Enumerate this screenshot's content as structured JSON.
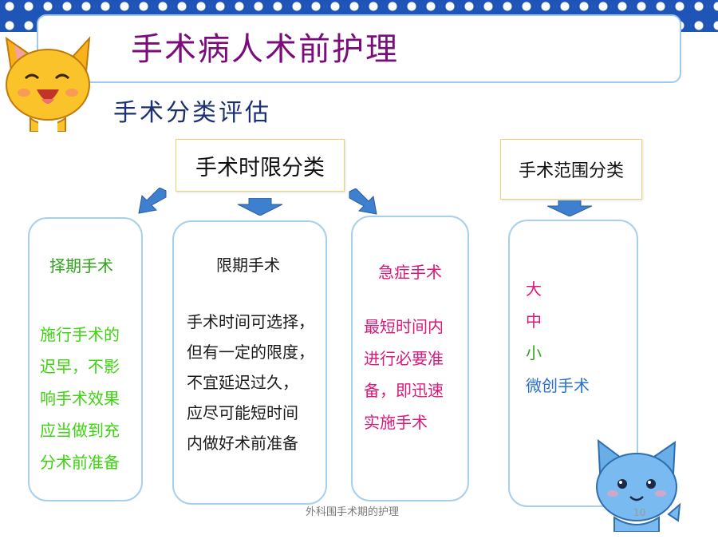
{
  "title": "手术病人术前护理",
  "subtitle": "手术分类评估",
  "categories": {
    "time": {
      "heading": "手术时限分类"
    },
    "range": {
      "heading": "手术范围分类"
    }
  },
  "cards": [
    {
      "title": "择期手术",
      "body": "施行手术的\n迟早，不影\n响手术效果\n应当做到充\n分术前准备",
      "title_color": "#2fa41c",
      "body_color": "#3cd40e"
    },
    {
      "title": "限期手术",
      "body": "手术时间可选择，\n但有一定的限度，\n不宜延迟过久，\n应尽可能短时间\n内做好术前准备",
      "title_color": "#1a1a1a",
      "body_color": "#1a1a1a"
    },
    {
      "title": "急症手术",
      "body": "最短时间内\n进行必要准\n备，即迅速\n实施手术",
      "title_color": "#d9187a",
      "body_color": "#d9187a"
    }
  ],
  "range_items": [
    {
      "label": "大",
      "color": "#d9187a"
    },
    {
      "label": "中",
      "color": "#d9187a"
    },
    {
      "label": "小",
      "color": "#2fa41c"
    },
    {
      "label": "微创手术",
      "color": "#2a6fc9"
    }
  ],
  "footer": "外科围手术期的护理",
  "page_number": "10",
  "colors": {
    "title": "#7b0d7b",
    "subtitle": "#1a3070",
    "dot_band": "#1f55b6",
    "card_border": "#a7d0ec",
    "heading_border": "#e9d27a",
    "arrow": "#3f7fcf"
  },
  "decorations": [
    "cat-mascot-yellow",
    "cat-mascot-blue"
  ]
}
